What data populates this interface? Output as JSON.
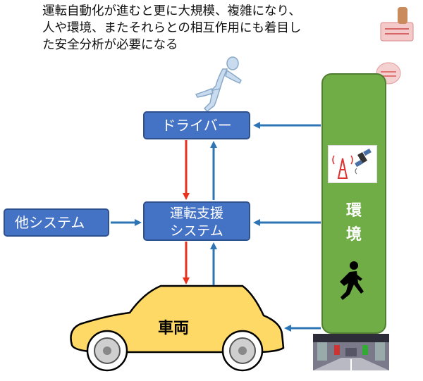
{
  "caption": {
    "line1": "運転自動化が進むと更に大規模、複雑になり、",
    "line2": "人や環境、またそれらとの相互作用にも着目し",
    "line3": "た安全分析が必要になる"
  },
  "nodes": {
    "driver": "ドライバー",
    "support_line1": "運転支援",
    "support_line2": "システム",
    "other_system": "他システム",
    "vehicle": "車両",
    "environment_line1": "環",
    "environment_line2": "境"
  },
  "colors": {
    "box_blue": "#4472c4",
    "arrow_blue": "#2e75b6",
    "arrow_red": "#e8321e",
    "env_green": "#70ad47",
    "car_yellow": "#ffd966"
  },
  "icons": [
    "person-reclining-icon",
    "radio-tower-satellite-icon",
    "pedestrian-icon",
    "tollgate-photo",
    "stamp-icon"
  ]
}
